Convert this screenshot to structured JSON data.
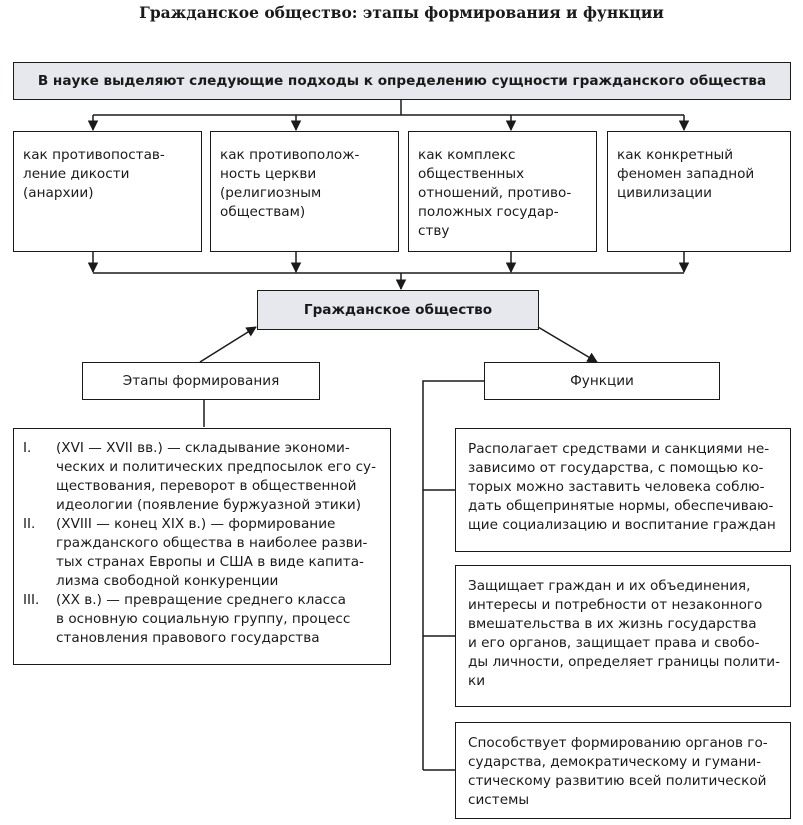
{
  "title": "Гражданское общество: этапы формирования и функции",
  "header": "В науке выделяют следующие подходы к определению сущности гражданского общества",
  "approaches": [
    [
      "как противопостав-",
      "ление дикости",
      "(анархии)"
    ],
    [
      "как противополож-",
      "ность церкви",
      "(религиозным",
      "обществам)"
    ],
    [
      "как комплекс",
      "общественных",
      "отношений, противо-",
      "положных государ-",
      "ству"
    ],
    [
      "как конкретный",
      "феномен западной",
      "цивилизации"
    ]
  ],
  "center": "Гражданское общество",
  "stages_label": "Этапы формирования",
  "functions_label": "Функции",
  "stages": [
    {
      "num": "I.",
      "lines": [
        "(XVI — XVII вв.) — складывание экономи-",
        "ческих и политических предпосылок его су-",
        "ществования, переворот в общественной",
        "идеологии (появление буржуазной этики)"
      ]
    },
    {
      "num": "II.",
      "lines": [
        "(XVIII — конец XIX в.) — формирование",
        "гражданского общества в наиболее разви-",
        "тых странах Европы и США в виде капита-",
        "лизма свободной конкуренции"
      ]
    },
    {
      "num": "III.",
      "lines": [
        "(XX в.) — превращение среднего класса",
        "в основную социальную группу, процесс",
        "становления правового государства"
      ]
    }
  ],
  "functions": [
    [
      "Располагает средствами и санкциями не-",
      "зависимо от государства, с помощью ко-",
      "торых можно заставить человека соблю-",
      "дать общепринятые нормы, обеспечиваю-",
      "щие социализацию и воспитание граждан"
    ],
    [
      "Защищает граждан и их объединения,",
      "интересы и потребности от незаконного",
      "вмешательства в их жизнь государства",
      "и его органов, защищает права и свобо-",
      "ды личности, определяет границы полити-",
      "ки"
    ],
    [
      "Способствует формированию органов го-",
      "сударства, демократическому и гумани-",
      "стическому развитию всей политической",
      "системы"
    ]
  ]
}
